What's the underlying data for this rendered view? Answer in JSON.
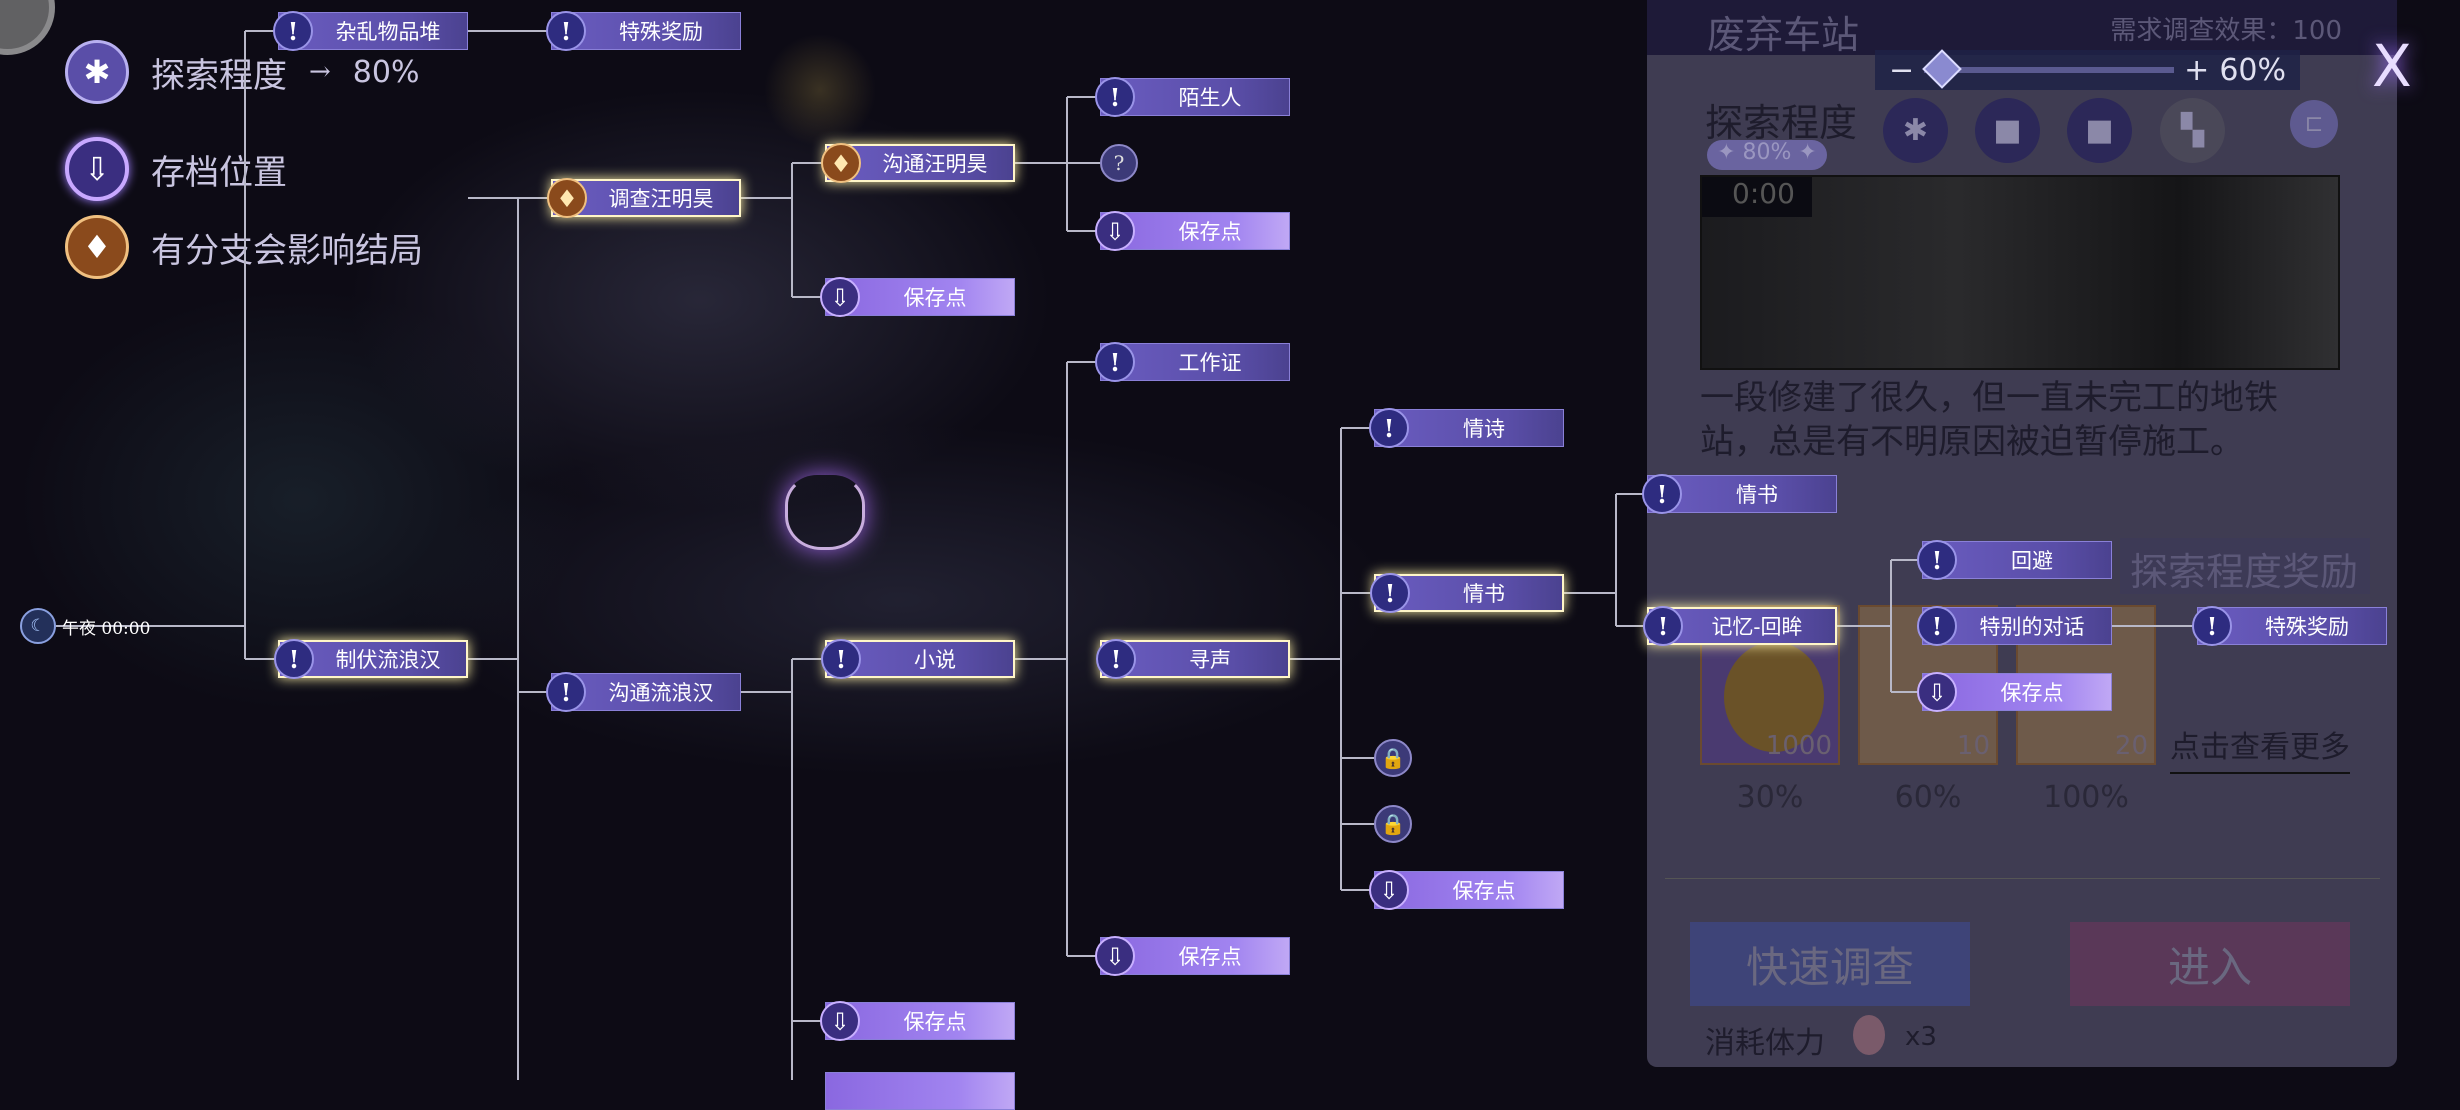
{
  "legend": [
    {
      "icon": "puzzle-icon",
      "label": "探索程度",
      "arrow": "→",
      "value": "80%"
    },
    {
      "icon": "save-folder-icon",
      "label": "存档位置"
    },
    {
      "icon": "branch-leaf-icon",
      "label": "有分支会影响结局"
    }
  ],
  "start": {
    "label": "午夜 00:00"
  },
  "nodes": [
    {
      "label": "杂乱物品堆",
      "type": "info"
    },
    {
      "label": "特殊奖励",
      "type": "info"
    },
    {
      "label": "调查汪明昊",
      "type": "branch",
      "highlight": true
    },
    {
      "label": "沟通汪明昊",
      "type": "branch",
      "highlight": true
    },
    {
      "label": "陌生人",
      "type": "info"
    },
    {
      "label": "保存点",
      "type": "save"
    },
    {
      "label": "保存点",
      "type": "save"
    },
    {
      "label": "工作证",
      "type": "info"
    },
    {
      "label": "情诗",
      "type": "info"
    },
    {
      "label": "情书",
      "type": "info",
      "highlight": true
    },
    {
      "label": "情书",
      "type": "info"
    },
    {
      "label": "记忆-回眸",
      "type": "info",
      "highlight": true
    },
    {
      "label": "回避",
      "type": "info"
    },
    {
      "label": "特别的对话",
      "type": "info"
    },
    {
      "label": "特殊奖励",
      "type": "info"
    },
    {
      "label": "保存点",
      "type": "save"
    },
    {
      "label": "制伏流浪汉",
      "type": "info",
      "highlight": true
    },
    {
      "label": "沟通流浪汉",
      "type": "info"
    },
    {
      "label": "小说",
      "type": "info",
      "highlight": true
    },
    {
      "label": "寻声",
      "type": "info",
      "highlight": true
    },
    {
      "label": "保存点",
      "type": "save"
    },
    {
      "label": "保存点",
      "type": "save"
    },
    {
      "label": "保存点",
      "type": "save"
    }
  ],
  "unknown_nodes": [
    {
      "symbol": "?"
    }
  ],
  "locked_nodes": [
    {
      "symbol": "🔒"
    },
    {
      "symbol": "🔒"
    }
  ],
  "panel": {
    "title": "废弃车站",
    "requirement": "需求调查效果：100",
    "zoom": {
      "minus": "−",
      "plus": "+",
      "value": "60%",
      "fraction": 0.6
    },
    "close": "X",
    "progress_label": "探索程度",
    "progress_value": "✦ 80% ✦",
    "timer": "0:00",
    "description": "一段修建了很久，但一直未完工的地铁站，总是有不明原因被迫暂停施工。",
    "rewards_title": "探索程度奖励",
    "rewards": [
      {
        "qty": "1000",
        "pct": "30%"
      },
      {
        "qty": "10",
        "pct": "60%"
      },
      {
        "qty": "20",
        "pct": "100%"
      }
    ],
    "more": "点击查看更多",
    "quick_btn": "快速调查",
    "enter_btn": "进入",
    "cost_label": "消耗体力",
    "cost_value": "x3"
  },
  "colors": {
    "node": "#5a4ea8",
    "save": "#a184f0",
    "branch": "#8a4a1c",
    "highlight": "#fff2a8"
  }
}
